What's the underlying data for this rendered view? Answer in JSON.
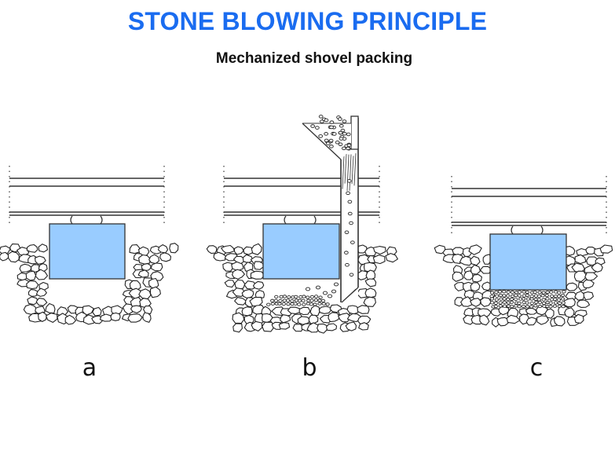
{
  "title": "STONE BLOWING PRINCIPLE",
  "subtitle": "Mechanized shovel packing",
  "colors": {
    "title": "#1a6cf0",
    "sleeper": "#99ccff",
    "line": "#222222"
  },
  "panels": [
    {
      "id": "a",
      "label": "a",
      "stage": "void-under-sleeper"
    },
    {
      "id": "b",
      "label": "b",
      "stage": "stones-blown-in-through-tube"
    },
    {
      "id": "c",
      "label": "c",
      "stage": "void-packed-with-small-stones"
    }
  ]
}
